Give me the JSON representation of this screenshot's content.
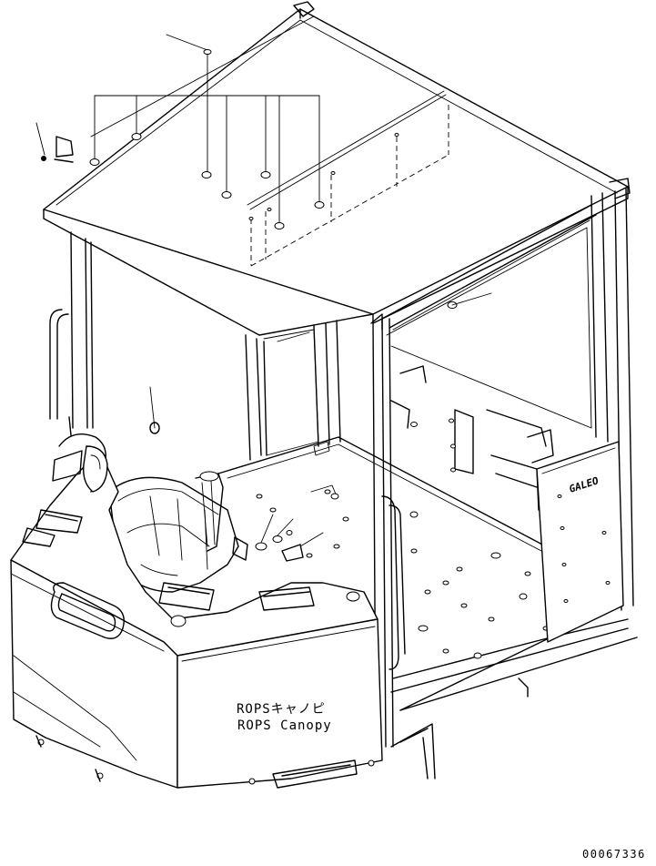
{
  "diagram": {
    "label_japanese": "ROPSキャノピ",
    "label_english": "ROPS Canopy",
    "drawing_number": "00067336",
    "brand_mark": "GALEO"
  }
}
